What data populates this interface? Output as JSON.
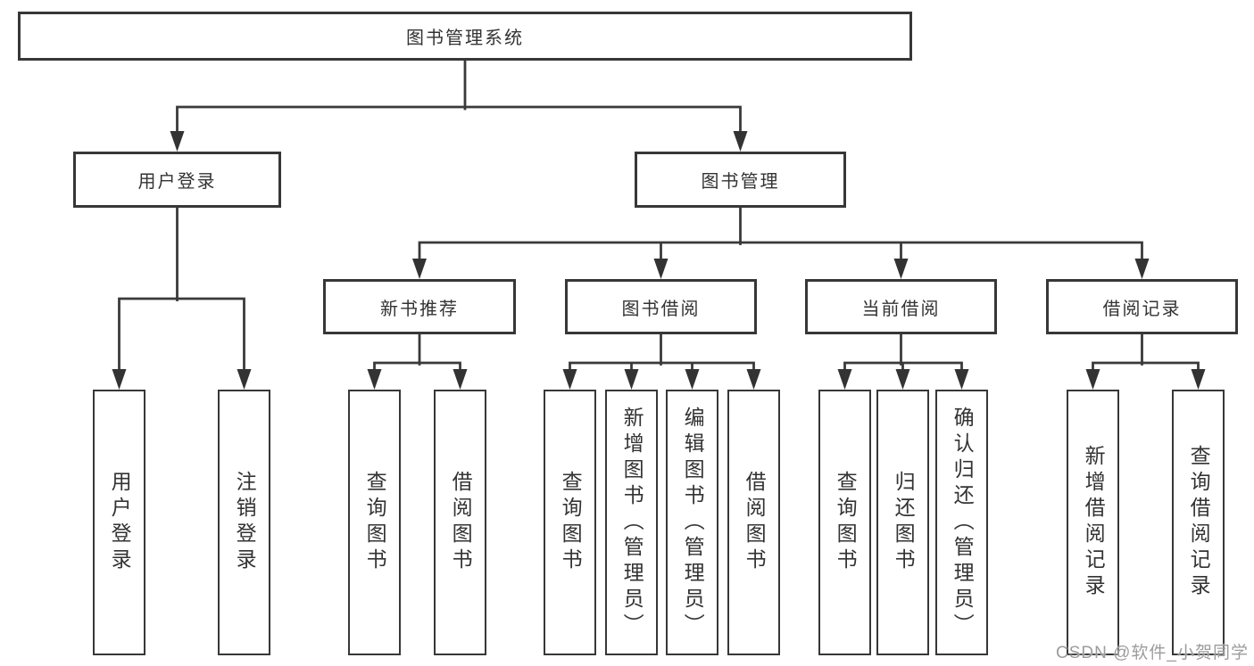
{
  "colors": {
    "line": "#3a3a3a",
    "box_border": "#373737",
    "text": "#333333",
    "watermark": "#9c9c9c",
    "background": "#ffffff"
  },
  "watermark": {
    "text": "CSDN @软件_小贺同学"
  },
  "tree": {
    "root": {
      "label": "图书管理系统",
      "children": [
        {
          "label": "用户登录",
          "children": [
            {
              "label": "用户登录"
            },
            {
              "label": "注销登录"
            }
          ]
        },
        {
          "label": "图书管理",
          "children": [
            {
              "label": "新书推荐",
              "children": [
                {
                  "label": "查询图书"
                },
                {
                  "label": "借阅图书"
                }
              ]
            },
            {
              "label": "图书借阅",
              "children": [
                {
                  "label": "查询图书"
                },
                {
                  "label": "新增图书（管理员）"
                },
                {
                  "label": "编辑图书（管理员）"
                },
                {
                  "label": "借阅图书"
                }
              ]
            },
            {
              "label": "当前借阅",
              "children": [
                {
                  "label": "查询图书"
                },
                {
                  "label": "归还图书"
                },
                {
                  "label": "确认归还（管理员）"
                }
              ]
            },
            {
              "label": "借阅记录",
              "children": [
                {
                  "label": "新增借阅记录"
                },
                {
                  "label": "查询借阅记录"
                }
              ]
            }
          ]
        }
      ]
    }
  }
}
